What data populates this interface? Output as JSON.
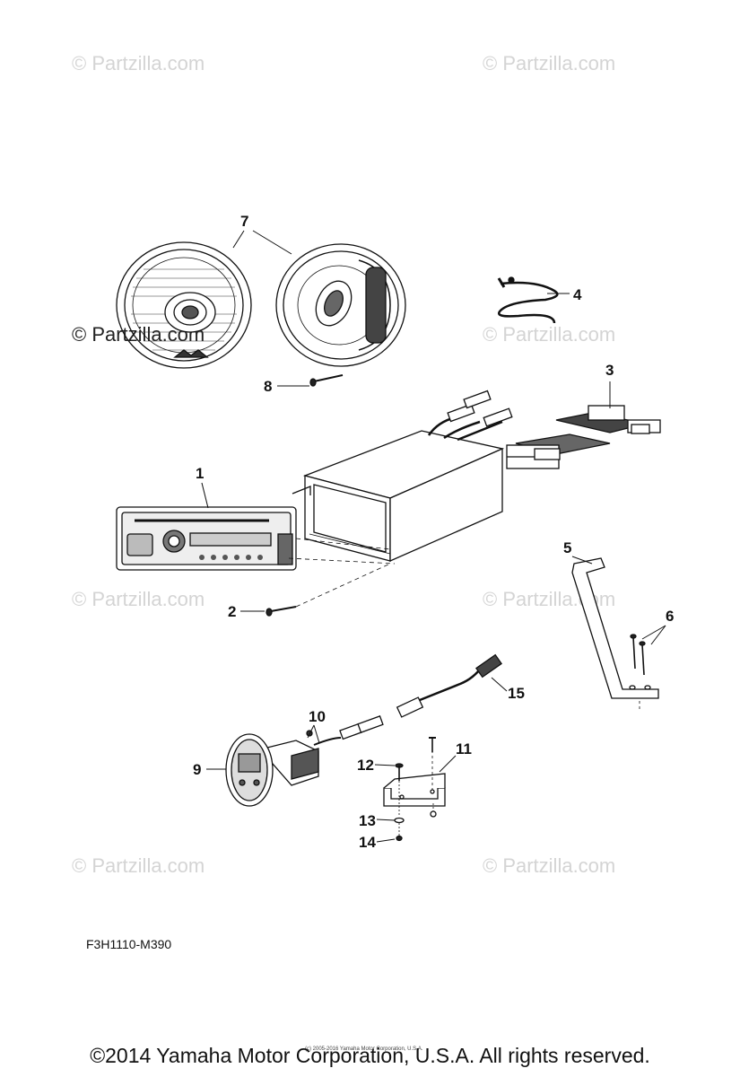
{
  "watermarks": {
    "light": "© Partzilla.com",
    "dark": "© Partzilla.com"
  },
  "callouts": {
    "p1": "1",
    "p2": "2",
    "p3": "3",
    "p4": "4",
    "p5": "5",
    "p6": "6",
    "p7": "7",
    "p8": "8",
    "p9": "9",
    "p10": "10",
    "p11": "11",
    "p12": "12",
    "p13": "13",
    "p14": "14",
    "p15": "15"
  },
  "diagram_code": "F3H1110-M390",
  "small_print": "(c) 2005-2016 Yamaha Motor Corporation, U.S.A.",
  "copyright": "©2014 Yamaha Motor Corporation, U.S.A. All rights reserved."
}
